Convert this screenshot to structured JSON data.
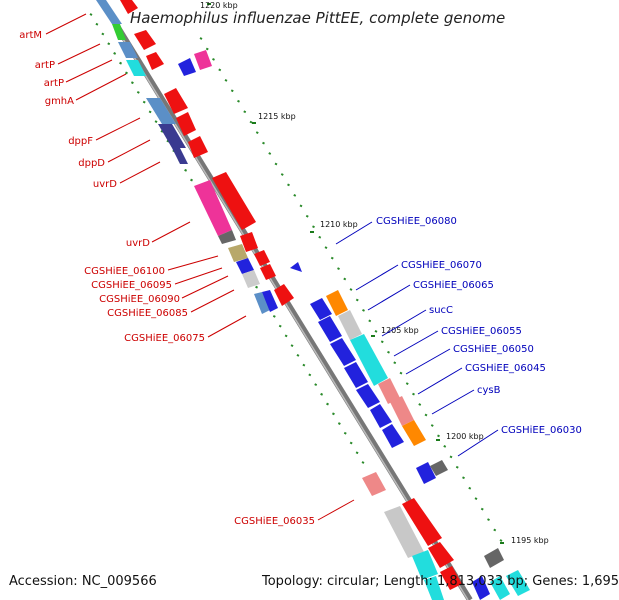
{
  "title": "Haemophilus influenzae PittEE, complete genome",
  "accession_text": "Accession: NC_009566",
  "summary_text": "Topology: circular; Length: 1,813,033 bp; Genes: 1,695",
  "colors": {
    "backbone": "#8a8a8a",
    "red_label": "#cc0000",
    "blue_label": "#0000bb",
    "tick": "#2a8a2a"
  },
  "ticks": [
    {
      "label": "1220 kbp"
    },
    {
      "label": "1215 kbp"
    },
    {
      "label": "1210 kbp"
    },
    {
      "label": "1205 kbp"
    },
    {
      "label": "1200 kbp"
    },
    {
      "label": "1195 kbp"
    }
  ],
  "left_genes": [
    {
      "label": "artM"
    },
    {
      "label": "artP"
    },
    {
      "label": "artP"
    },
    {
      "label": "gmhA"
    },
    {
      "label": "dppF"
    },
    {
      "label": "dppD"
    },
    {
      "label": "uvrD"
    },
    {
      "label": "uvrD"
    },
    {
      "label": "CGSHiEE_06100"
    },
    {
      "label": "CGSHiEE_06095"
    },
    {
      "label": "CGSHiEE_06090"
    },
    {
      "label": "CGSHiEE_06085"
    },
    {
      "label": "CGSHiEE_06075"
    },
    {
      "label": "CGSHiEE_06035"
    }
  ],
  "right_genes": [
    {
      "label": "CGSHiEE_06080"
    },
    {
      "label": "CGSHiEE_06070"
    },
    {
      "label": "CGSHiEE_06065"
    },
    {
      "label": "sucC"
    },
    {
      "label": "CGSHiEE_06055"
    },
    {
      "label": "CGSHiEE_06050"
    },
    {
      "label": "CGSHiEE_06045"
    },
    {
      "label": "cysB"
    },
    {
      "label": "CGSHiEE_06030"
    }
  ]
}
